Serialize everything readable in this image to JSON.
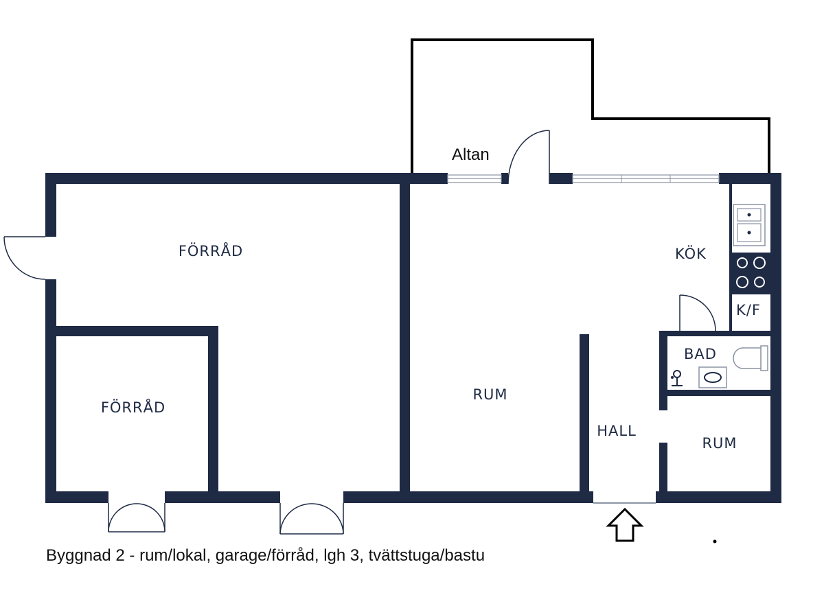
{
  "plan": {
    "caption": "Byggnad 2 - rum/lokal, garage/förråd, lgh 3, tvättstuga/bastu",
    "outdoor": {
      "label": "Altan"
    },
    "rooms": {
      "forrad_large": "FÖRRÅD",
      "forrad_small": "FÖRRÅD",
      "rum_main": "RUM",
      "kok": "KÖK",
      "kf": "K/F",
      "bad": "BAD",
      "hall": "HALL",
      "rum_small": "RUM"
    },
    "colors": {
      "wall": "#1f2a44",
      "outline": "#000000",
      "fixture": "#8a93a3"
    },
    "icons": [
      "entrance-arrow-icon",
      "stove-icon",
      "sink-icon",
      "toilet-icon",
      "washbasin-icon",
      "shower-icon"
    ]
  }
}
